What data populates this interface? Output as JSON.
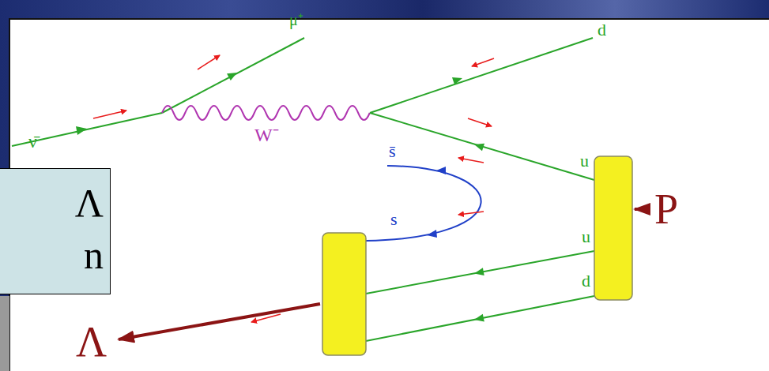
{
  "diagram": {
    "nodes": [
      {
        "text": [
          "Λ n"
        ]
      }
    ],
    "labels": [
      "μ⁺",
      "ν̄",
      "W⁻",
      "d",
      "u",
      "s̄",
      "s",
      "u",
      "d",
      "P",
      "Λ"
    ]
  }
}
